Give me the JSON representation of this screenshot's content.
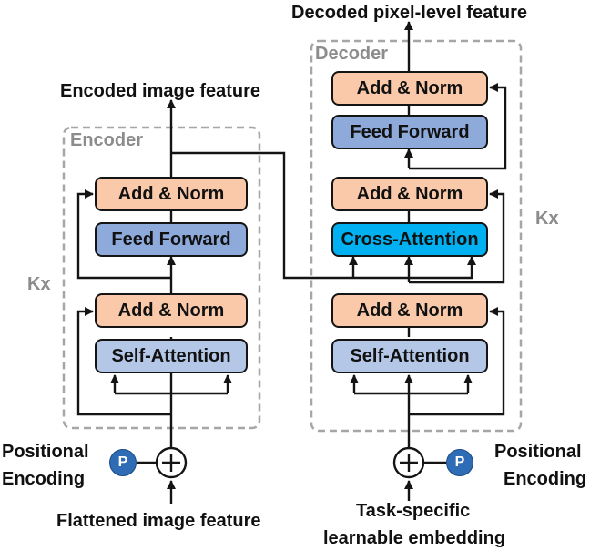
{
  "encoder": {
    "title": "Encoder",
    "repeat": "Kx",
    "output_label": "Encoded image feature",
    "input_label": "Flattened image feature",
    "positional_label": [
      "Positional",
      "Encoding"
    ],
    "positional_symbol": "P",
    "blocks": {
      "add_norm_top": "Add & Norm",
      "feed_forward": "Feed Forward",
      "add_norm_bottom": "Add & Norm",
      "self_attention": "Self-Attention"
    }
  },
  "decoder": {
    "title": "Decoder",
    "repeat": "Kx",
    "output_label": "Decoded pixel-level feature",
    "input_label": [
      "Task-specific",
      "learnable embedding"
    ],
    "positional_label": [
      "Positional",
      "Encoding"
    ],
    "positional_symbol": "P",
    "blocks": {
      "add_norm_top": "Add & Norm",
      "feed_forward": "Feed Forward",
      "add_norm_mid": "Add & Norm",
      "cross_attention": "Cross-Attention",
      "add_norm_bottom": "Add & Norm",
      "self_attention": "Self-Attention"
    }
  },
  "colors": {
    "add_norm": "#f9c9a9",
    "feed_forward": "#8eaadb",
    "self_attention": "#b4c7e7",
    "cross_attention": "#00b0f0",
    "positional": "#2e6cb5",
    "frame": "#a6a6a6"
  }
}
